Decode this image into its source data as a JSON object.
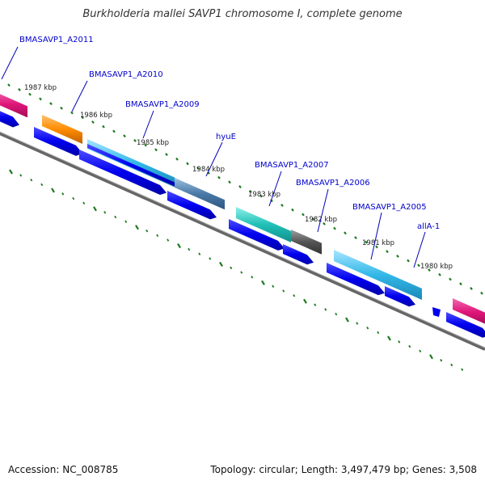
{
  "title": "Burkholderia mallei SAVP1 chromosome I, complete genome",
  "footer": {
    "accession_label": "Accession:",
    "accession": "NC_008785",
    "topology_text": "Topology: circular; Length: 3,497,479 bp; Genes: 3,508"
  },
  "ticks": [
    "1987 kbp",
    "1986 kbp",
    "1985 kbp",
    "1984 kbp",
    "1983 kbp",
    "1982 kbp",
    "1981 kbp",
    "1980 kbp"
  ],
  "gene_labels": [
    "BMASAVP1_A2011",
    "BMASAVP1_A2010",
    "BMASAVP1_A2009",
    "hyuE",
    "BMASAVP1_A2007",
    "BMASAVP1_A2006",
    "BMASAVP1_A2005",
    "allA-1"
  ],
  "colors": {
    "cds": "#0000ee",
    "backbone": "#777777",
    "tick": "#1e7a1e",
    "label": "#0000cc",
    "magenta": "#e0177a",
    "orange": "#ff8c00",
    "cyan": "#33b8e8",
    "steel": "#4a7aa8",
    "teal": "#20c0b8",
    "gray": "#555555"
  }
}
